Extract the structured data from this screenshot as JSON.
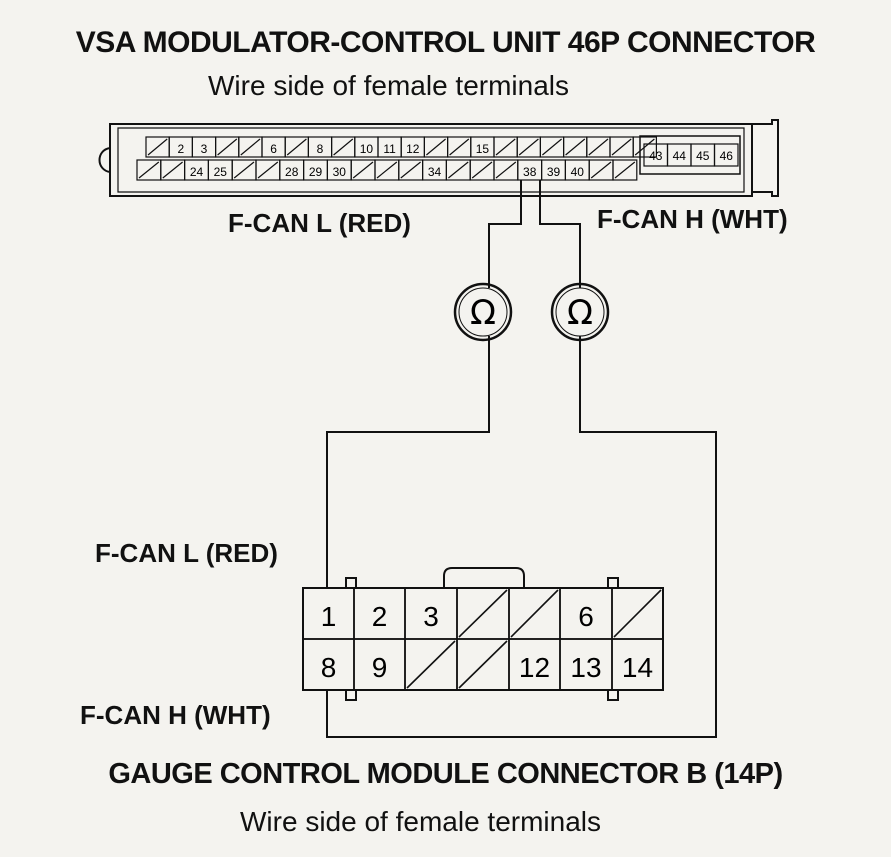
{
  "top_connector": {
    "title": "VSA MODULATOR-CONTROL UNIT 46P CONNECTOR",
    "subtitle": "Wire side of female terminals",
    "row1": [
      "",
      "2",
      "3",
      "",
      "",
      "6",
      "",
      "8",
      "",
      "10",
      "11",
      "12",
      "",
      "",
      "15",
      "",
      "",
      "",
      "",
      "",
      "",
      ""
    ],
    "row2": [
      "",
      "",
      "24",
      "25",
      "",
      "",
      "28",
      "29",
      "30",
      "",
      "",
      "",
      "34",
      "",
      "",
      "",
      "38",
      "39",
      "40",
      "",
      ""
    ],
    "side_pins": [
      "43",
      "44",
      "45",
      "46"
    ],
    "wire_left_label": "F-CAN L (RED)",
    "wire_right_label": "F-CAN H (WHT)"
  },
  "meters": {
    "left_symbol": "Ω",
    "right_symbol": "Ω"
  },
  "bottom_connector": {
    "title": "GAUGE CONTROL MODULE CONNECTOR B (14P)",
    "subtitle": "Wire side of female terminals",
    "row1": [
      "1",
      "2",
      "3",
      "",
      "",
      "6",
      ""
    ],
    "row2": [
      "8",
      "9",
      "",
      "",
      "12",
      "13",
      "14"
    ],
    "wire_top_label": "F-CAN L (RED)",
    "wire_bottom_label": "F-CAN H (WHT)"
  }
}
